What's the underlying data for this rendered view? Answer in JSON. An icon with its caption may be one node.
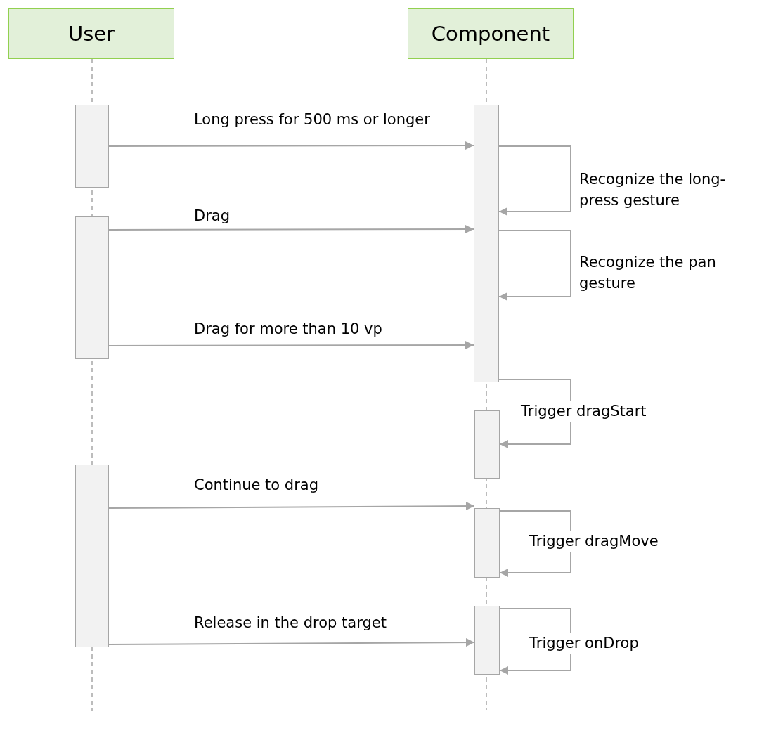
{
  "diagram": {
    "nodes": [
      {
        "text": [
          "User"
        ]
      },
      {
        "text": [
          "Component"
        ]
      },
      {
        "text": [],
        "shape": "box"
      },
      {
        "text": [],
        "shape": "box"
      },
      {
        "text": [],
        "shape": "box"
      },
      {
        "text": [],
        "shape": "box"
      },
      {
        "text": [],
        "shape": "box"
      },
      {
        "text": [],
        "shape": "box"
      },
      {
        "text": [],
        "shape": "box"
      }
    ],
    "edges": [
      {
        "from": 2,
        "to": 5,
        "arrow": "to",
        "label": "Long press for 500 ms or longer"
      },
      {
        "from": 5,
        "to": 5,
        "arrow": "to",
        "label": "Recognize the long-press gesture"
      },
      {
        "from": 3,
        "to": 5,
        "arrow": "to",
        "label": "Drag"
      },
      {
        "from": 5,
        "to": 5,
        "arrow": "to",
        "label": "Recognize the pan gesture"
      },
      {
        "from": 3,
        "to": 5,
        "arrow": "to",
        "label": "Drag for more than 10 vp"
      },
      {
        "from": 5,
        "to": 6,
        "arrow": "to",
        "label": "Trigger dragStart"
      },
      {
        "from": 4,
        "to": 7,
        "arrow": "to",
        "label": "Continue to drag"
      },
      {
        "from": 7,
        "to": 7,
        "arrow": "to",
        "label": "Trigger dragMove"
      },
      {
        "from": 4,
        "to": 8,
        "arrow": "to",
        "label": "Release in the drop target"
      },
      {
        "from": 8,
        "to": 8,
        "arrow": "to",
        "label": "Trigger onDrop"
      }
    ]
  }
}
